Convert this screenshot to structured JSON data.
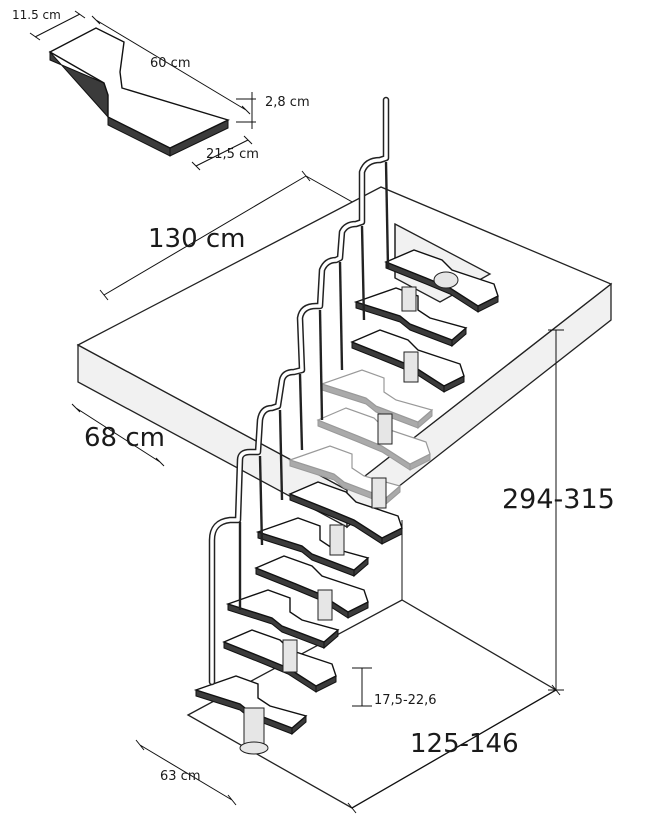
{
  "dimensions": {
    "tread_depth_small": "11.5 cm",
    "tread_length": "60 cm",
    "tread_thickness": "2,8 cm",
    "tread_depth_large": "21,5 cm",
    "opening_length": "130 cm",
    "opening_width": "68 cm",
    "total_height": "294-315",
    "riser_height": "17,5-22,6",
    "going_length": "125-146",
    "footprint_width": "63 cm"
  },
  "colors": {
    "line": "#222222",
    "tread_face": "#3b3b3b",
    "ghost": "#999999",
    "background": "#ffffff"
  }
}
